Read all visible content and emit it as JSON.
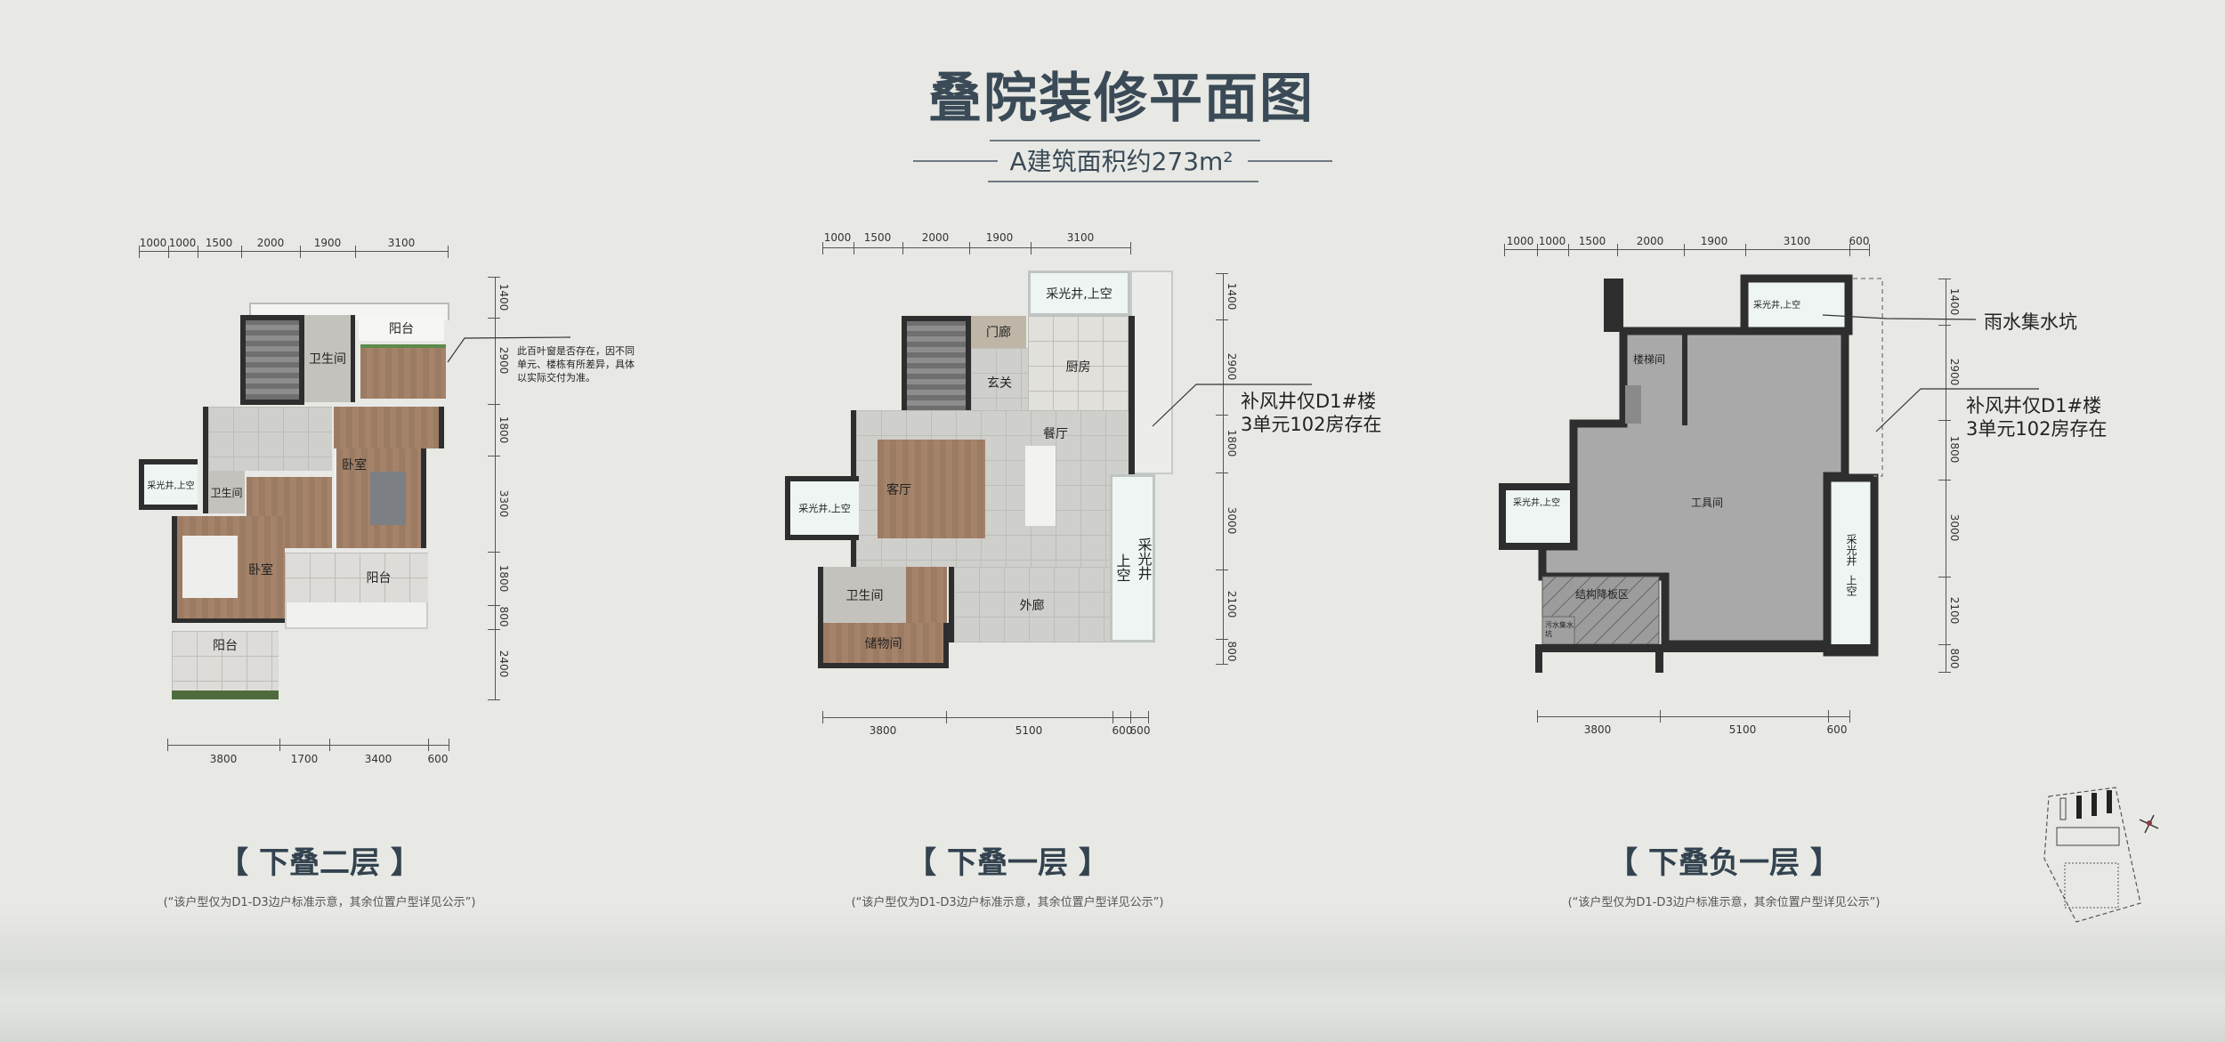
{
  "title": "叠院装修平面图",
  "subtitle": "A建筑面积约273m²",
  "colors": {
    "text": "#3a4a56",
    "wall": "#2e2e2e",
    "wood": "#a08068",
    "tile": "#cfcfcc",
    "tool_room": "#a9a9a9",
    "light_well": "#eef5f3",
    "background": "#e8e9e5"
  },
  "plans": {
    "p2": {
      "caption": "【 下叠二层 】",
      "note": "(“该户型仅为D1-D3边户标准示意，其余位置户型详见公示”)",
      "rooms": {
        "balcony_top": "阳台",
        "bath_top": "卫生间",
        "bath_left": "卫生间",
        "bedroom_right": "卧室",
        "bedroom_left": "卧室",
        "balcony_mid": "阳台",
        "balcony_bottom": "阳台",
        "light_well": "采光井,上空"
      },
      "annotation": "此百叶窗是否存在，因不同单元、楼栋有所差异，具体以实际交付为准。",
      "dims_top": [
        "1000",
        "1000",
        "1500",
        "2000",
        "1900",
        "3100"
      ],
      "dims_right": [
        "1400",
        "2900",
        "1800",
        "3300",
        "1800",
        "800",
        "2400"
      ],
      "dims_bottom": [
        "3800",
        "1700",
        "3400",
        "600"
      ]
    },
    "p1": {
      "caption": "【 下叠一层 】",
      "note": "(“该户型仅为D1-D3边户标准示意，其余位置户型详见公示”)",
      "rooms": {
        "well_top": "采光井,上空",
        "porch": "门廊",
        "foyer": "玄关",
        "kitchen": "厨房",
        "dining": "餐厅",
        "living": "客厅",
        "well_left": "采光井,上空",
        "bath": "卫生间",
        "storage": "储物间",
        "corridor": "外廊",
        "well_right_1": "采光井",
        "well_right_2": "上空"
      },
      "annotation_1": "补风井仅D1#楼",
      "annotation_2": "3单元102房存在",
      "dims_top": [
        "1000",
        "1500",
        "2000",
        "1900",
        "3100"
      ],
      "dims_right": [
        "1400",
        "2900",
        "1800",
        "3000",
        "2100",
        "800"
      ],
      "dims_bottom": [
        "3800",
        "5100",
        "600",
        "600"
      ]
    },
    "b1": {
      "caption": "【 下叠负一层 】",
      "note": "(“该户型仅为D1-D3边户标准示意，其余位置户型详见公示”)",
      "rooms": {
        "well_top": "采光井,上空",
        "stair": "楼梯间",
        "tool_room": "工具间",
        "well_left": "采光井,上空",
        "slab": "结构降板区",
        "sump": "污水集水坑",
        "well_right_1": "采光井",
        "well_right_2": "上空"
      },
      "annotation_rain": "雨水集水坑",
      "annotation_1": "补风井仅D1#楼",
      "annotation_2": "3单元102房存在",
      "dims_top": [
        "1000",
        "1000",
        "1500",
        "2000",
        "1900",
        "3100",
        "600"
      ],
      "dims_right": [
        "1400",
        "2900",
        "1800",
        "3000",
        "2100",
        "800"
      ],
      "dims_bottom": [
        "3800",
        "5100",
        "600"
      ]
    }
  }
}
